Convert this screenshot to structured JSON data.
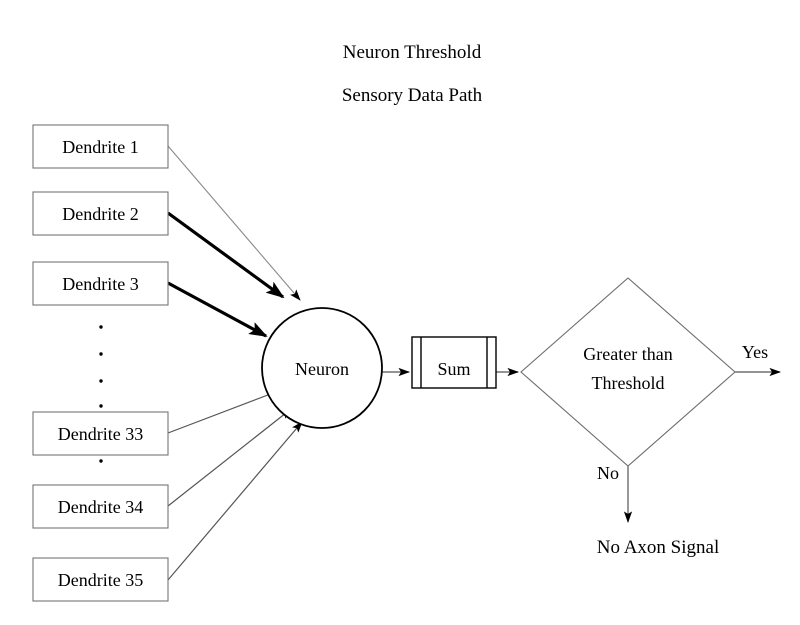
{
  "title": {
    "line1": "Neuron Threshold",
    "line2": "Sensory Data Path"
  },
  "nodes": {
    "dendrites": [
      {
        "id": "dendrite-1",
        "label": "Dendrite 1"
      },
      {
        "id": "dendrite-2",
        "label": "Dendrite 2"
      },
      {
        "id": "dendrite-3",
        "label": "Dendrite 3"
      },
      {
        "id": "dendrite-33",
        "label": "Dendrite 33"
      },
      {
        "id": "dendrite-34",
        "label": "Dendrite 34"
      },
      {
        "id": "dendrite-35",
        "label": "Dendrite 35"
      }
    ],
    "neuron": {
      "label": "Neuron"
    },
    "sum": {
      "label": "Sum"
    },
    "decision": {
      "label_line1": "Greater than",
      "label_line2": "Threshold"
    },
    "terminal_no": {
      "label": "No Axon Signal"
    }
  },
  "edge_labels": {
    "yes": "Yes",
    "no": "No"
  },
  "ellipsis": {
    "glyph": "vertical-dots",
    "count": 6
  },
  "colors": {
    "background": "#ffffff",
    "box_stroke": "#757575",
    "neuron_stroke": "#000000",
    "diamond_stroke": "#6e6e6e",
    "connector_light": "#8a8a8a",
    "connector_dark": "#000000",
    "text": "#000000"
  }
}
